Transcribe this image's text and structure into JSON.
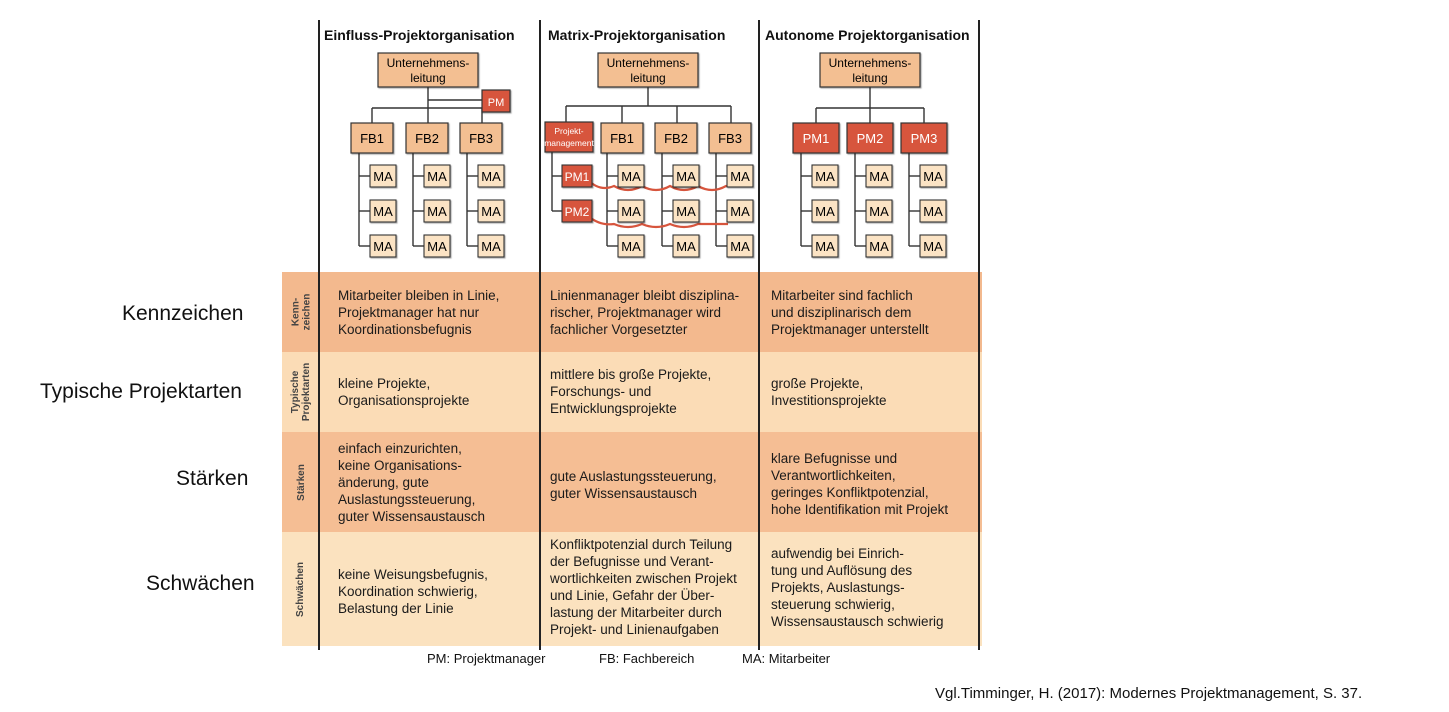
{
  "row_labels": [
    "Kennzeichen",
    "Typische Projektarten",
    "Stärken",
    "Schwächen"
  ],
  "side_labels": [
    "Kenn-\nzeichen",
    "Typische\nProjektarten",
    "Stärken",
    "Schwächen"
  ],
  "columns": [
    {
      "title": "Einfluss-Projektorganisation",
      "cells": [
        "Mitarbeiter bleiben in Linie,\nProjektmanager hat nur\nKoordinationsbefugnis",
        "kleine Projekte,\nOrganisationsprojekte",
        "einfach einzurichten,\nkeine Organisations-\nänderung, gute\nAuslastungssteuerung,\nguter Wissensaustausch",
        "keine Weisungsbefugnis,\nKoordination schwierig,\nBelastung der Linie"
      ]
    },
    {
      "title": "Matrix-Projektorganisation",
      "cells": [
        "Linienmanager bleibt disziplina-\nrischer, Projektmanager wird\nfachlicher Vorgesetzter",
        "mittlere bis große Projekte,\nForschungs- und\nEntwicklungsprojekte",
        "gute Auslastungssteuerung,\nguter Wissensaustausch",
        "Konfliktpotenzial durch Teilung\nder Befugnisse und Verant-\nwortlichkeiten zwischen Projekt\nund Linie, Gefahr der Über-\nlastung der Mitarbeiter durch\nProjekt- und Linienaufgaben"
      ]
    },
    {
      "title": "Autonome Projektorganisation",
      "cells": [
        "Mitarbeiter sind fachlich\nund disziplinarisch dem\nProjektmanager unterstellt",
        "große Projekte,\nInvestitionsprojekte",
        "klare Befugnisse und\nVerantwortlichkeiten,\ngeringes Konfliktpotenzial,\nhohe Identifikation mit Projekt",
        "aufwendig bei Einrich-\ntung und Auflösung des\nProjekts, Auslastungs-\nsteuerung schwierig,\nWissensaustausch schwierig"
      ]
    }
  ],
  "org_charts": {
    "top_box": "Unternehmens-\nleitung",
    "pm": "PM",
    "fb": [
      "FB1",
      "FB2",
      "FB3"
    ],
    "pm_list": [
      "PM1",
      "PM2",
      "PM3"
    ],
    "matrix_pm": [
      "PM1",
      "PM2"
    ],
    "projektmanagement": "Projekt-\nmanagement",
    "ma": "MA"
  },
  "legend": [
    "PM: Projektmanager",
    "FB: Fachbereich",
    "MA: Mitarbeiter"
  ],
  "credit": "Vgl.Timminger, H. (2017): Modernes Projektmanagement, S. 37.",
  "colors": {
    "box_fill": "#f3bf92",
    "box_dark": "#d7553d",
    "ma_fill": "#fbe3c4",
    "row1": "#f3b98e",
    "row2": "#fbdcb6",
    "row3": "#f5be94",
    "row4": "#fbe2bf",
    "matrix_line": "#d7553d"
  }
}
